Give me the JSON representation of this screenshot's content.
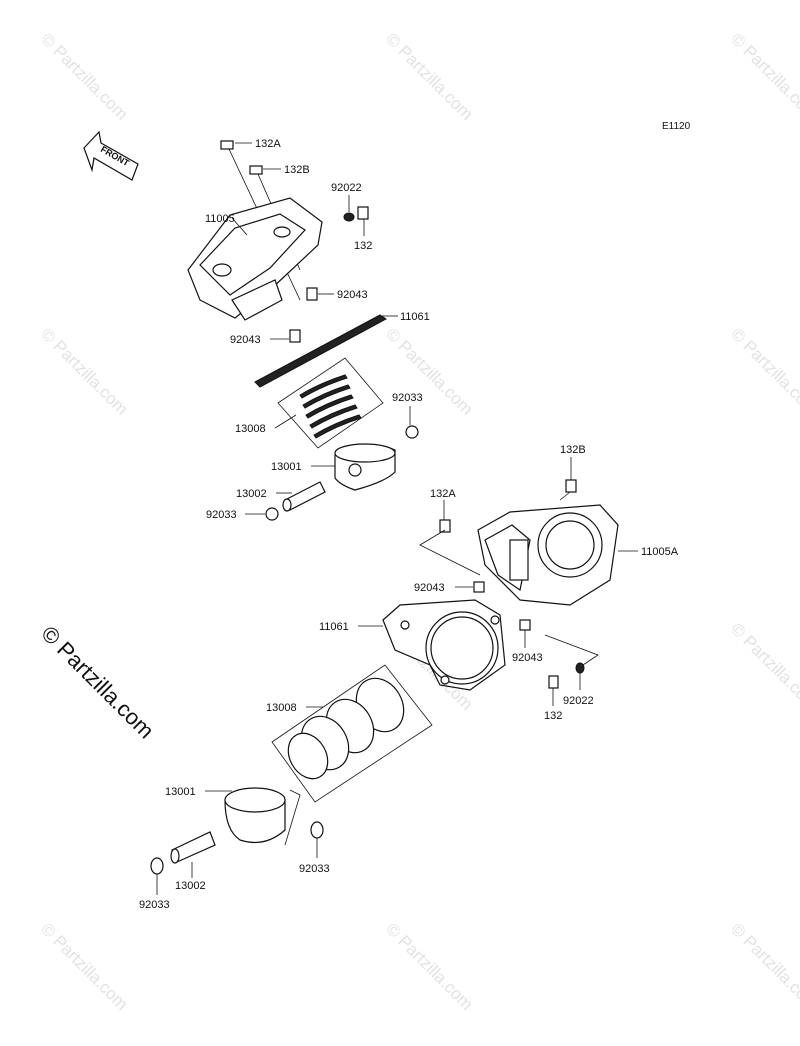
{
  "diagram": {
    "ref_code": "E1120",
    "front_label": "FRONT",
    "watermark_small": "© Partzilla.com",
    "watermark_large": "© Partzilla.com",
    "part_labels": {
      "top_132A": "132A",
      "top_132B": "132B",
      "top_92022": "92022",
      "top_132": "132",
      "top_11005": "11005",
      "top_92043_right": "92043",
      "top_11061": "11061",
      "top_92043_left": "92043",
      "top_13008": "13008",
      "top_92033_right": "92033",
      "top_13001": "13001",
      "top_13002": "13002",
      "top_92033_left": "92033",
      "bot_132B": "132B",
      "bot_132A": "132A",
      "bot_11005A": "11005A",
      "bot_92043_left": "92043",
      "bot_11061": "11061",
      "bot_92043_right": "92043",
      "bot_92022": "92022",
      "bot_132": "132",
      "bot_13008": "13008",
      "bot_13001": "13001",
      "bot_92033_right": "92033",
      "bot_13002": "13002",
      "bot_92033_left": "92033"
    }
  }
}
